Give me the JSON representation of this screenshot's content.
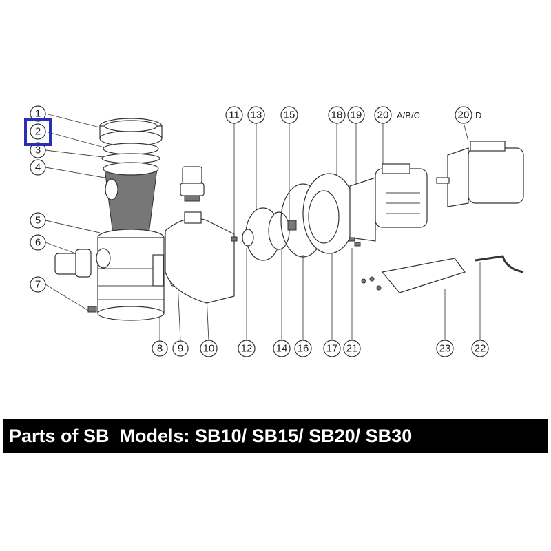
{
  "title": "Parts of SB  Models: SB10/ SB15/ SB20/ SB30",
  "highlight_color": "#2b2fb8",
  "highlighted_part": "2",
  "callouts": {
    "p1": "1",
    "p2": "2",
    "p3": "3",
    "p4": "4",
    "p5": "5",
    "p6": "6",
    "p7": "7",
    "p8": "8",
    "p9": "9",
    "p10": "10",
    "p11": "11",
    "p12": "12",
    "p13": "13",
    "p14": "14",
    "p15": "15",
    "p16": "16",
    "p17": "17",
    "p18": "18",
    "p19": "19",
    "p20abc": "20",
    "p20d": "20",
    "p21": "21",
    "p22": "22",
    "p23": "23"
  },
  "suffixes": {
    "abc": "A/B/C",
    "d": "D"
  }
}
